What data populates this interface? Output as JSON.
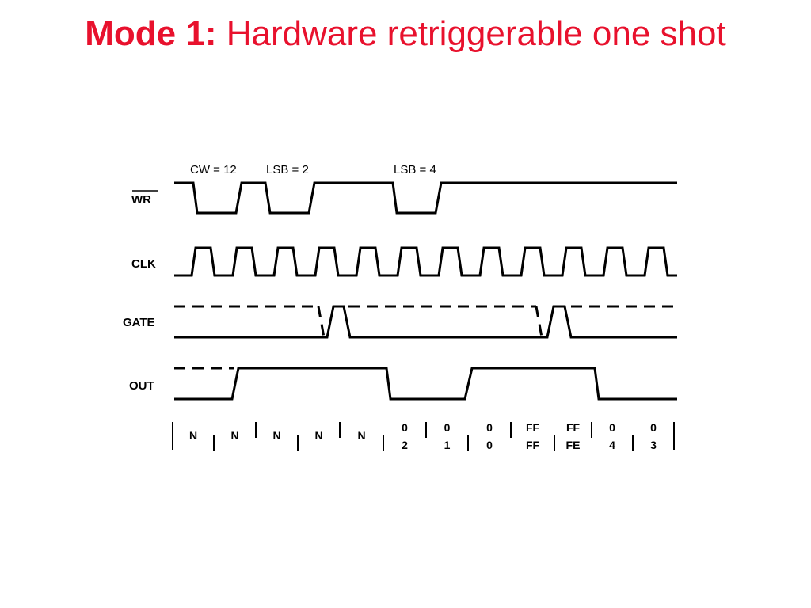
{
  "title": {
    "bold": "Mode 1:",
    "rest": " Hardware retriggerable one shot"
  },
  "signals": {
    "wr": "WR",
    "clk": "CLK",
    "gate": "GATE",
    "out": "OUT"
  },
  "annotations": {
    "cw": "CW = 12",
    "lsb1": "LSB = 2",
    "lsb2": "LSB = 4"
  },
  "counter_values": [
    [
      "N"
    ],
    [
      "N"
    ],
    [
      "N"
    ],
    [
      "N"
    ],
    [
      "N"
    ],
    [
      "0",
      "2"
    ],
    [
      "0",
      "1"
    ],
    [
      "0",
      "0"
    ],
    [
      "FF",
      "FF"
    ],
    [
      "FF",
      "FE"
    ],
    [
      "0",
      "4"
    ],
    [
      "0",
      "3"
    ]
  ]
}
